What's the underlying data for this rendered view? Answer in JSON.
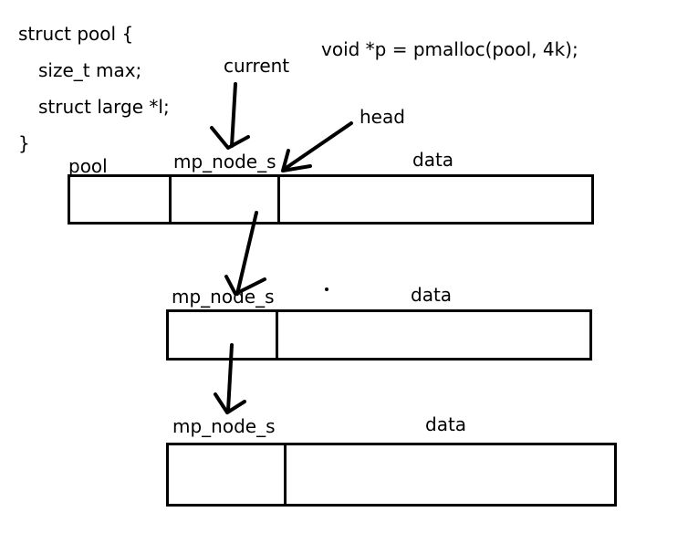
{
  "code": {
    "line1": "struct pool {",
    "line2": "size_t max;",
    "line3": "struct large *l;",
    "line4": "}"
  },
  "call": "void *p = pmalloc(pool, 4k);",
  "labels": {
    "current": "current",
    "head": "head",
    "pool": "pool"
  },
  "blocks": [
    {
      "node_label": "mp_node_s",
      "data_label": "data"
    },
    {
      "node_label": "mp_node_s",
      "data_label": "data"
    },
    {
      "node_label": "mp_node_s",
      "data_label": "data"
    }
  ]
}
